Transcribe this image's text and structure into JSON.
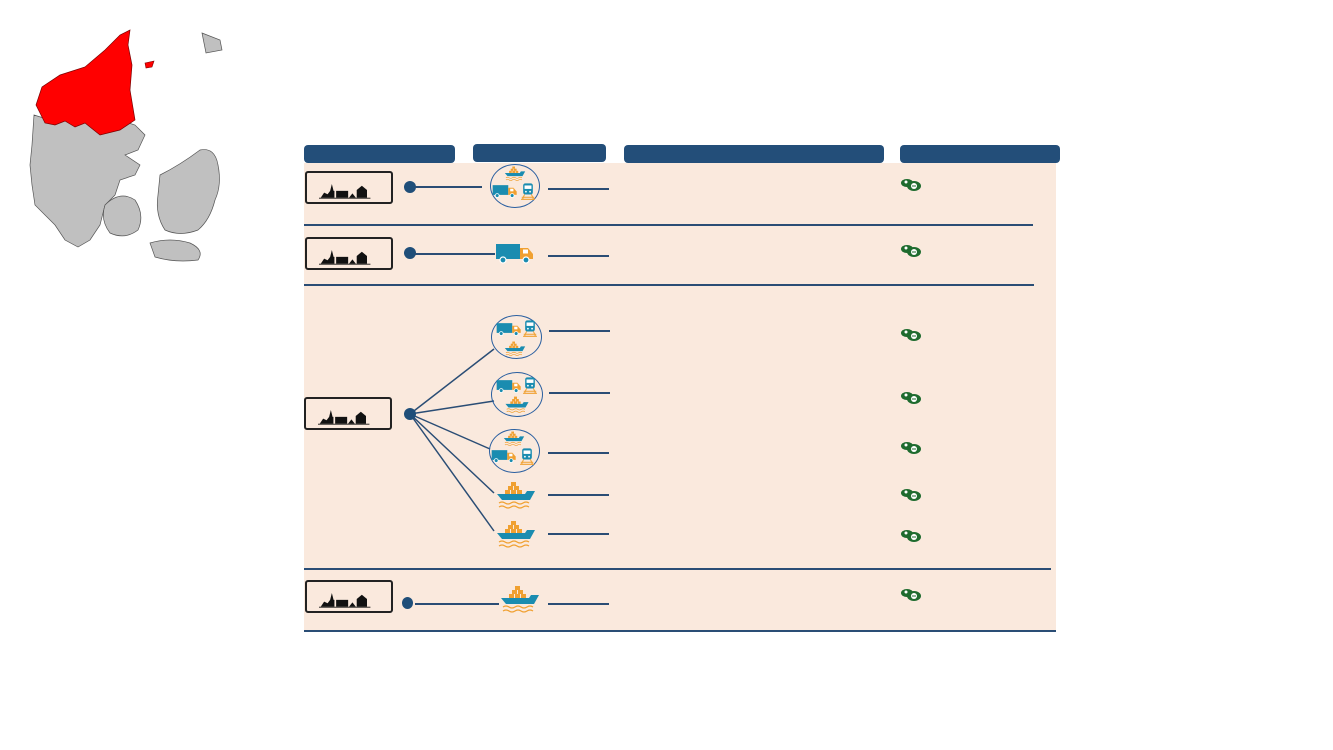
{
  "map": {
    "region_highlight_color": "#ff0000",
    "base_color": "#c0c0c0",
    "highlighted_region": "North Jutland"
  },
  "headers": [
    "",
    "",
    "",
    ""
  ],
  "colors": {
    "header_bg": "#234e79",
    "panel_bg": "#fae9dd",
    "line": "#2a4d75",
    "transport_blue": "#1a8cb0",
    "transport_orange": "#f0a030",
    "money_green": "#1e6b2e"
  },
  "rows": [
    {
      "icon": "multimodal-ship-truck-train",
      "description": "",
      "cost_icon": "money-icon"
    },
    {
      "icon": "truck",
      "description": "",
      "cost_icon": "money-icon"
    },
    {
      "icon": "multimodal-truck-train-ship",
      "description": "",
      "cost_icon": "money-icon"
    },
    {
      "icon": "multimodal-truck-train-ship",
      "description": "",
      "cost_icon": "money-icon"
    },
    {
      "icon": "multimodal-ship-truck-train",
      "description": "",
      "cost_icon": "money-icon"
    },
    {
      "icon": "cargo-ship",
      "description": "",
      "cost_icon": "money-icon"
    },
    {
      "icon": "cargo-ship",
      "description": "",
      "cost_icon": "money-icon"
    },
    {
      "icon": "cargo-ship",
      "description": "",
      "cost_icon": "money-icon"
    }
  ]
}
